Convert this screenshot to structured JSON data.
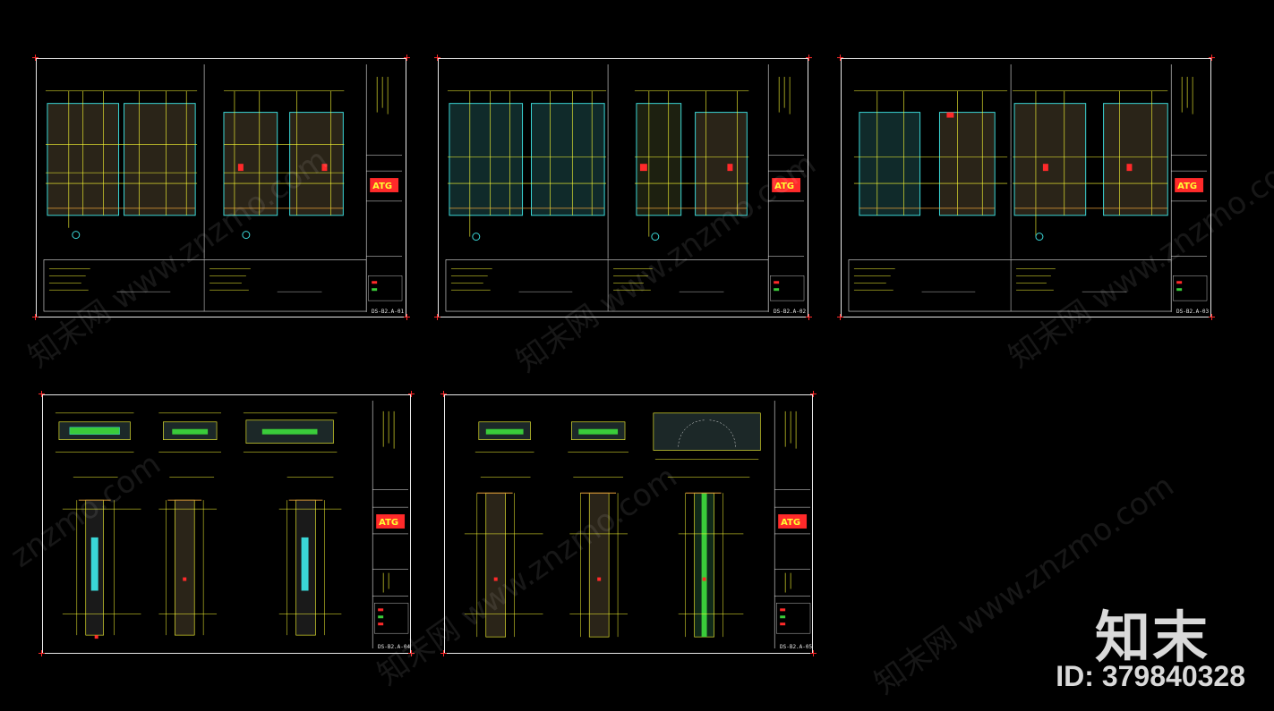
{
  "sheets": [
    {
      "id": "sheet-1",
      "number": "DS-B2.A-01",
      "logo": "ATG"
    },
    {
      "id": "sheet-2",
      "number": "DS-B2.A-02",
      "logo": "ATG"
    },
    {
      "id": "sheet-3",
      "number": "DS-B2.A-03",
      "logo": "ATG"
    },
    {
      "id": "sheet-4",
      "number": "DS-B2.A-04",
      "logo": "ATG"
    },
    {
      "id": "sheet-5",
      "number": "DS-B2.A-05",
      "logo": "ATG"
    }
  ],
  "watermarks": {
    "site": "www.znzmo.com",
    "site_short": "znzmo.com",
    "brand": "知末网"
  },
  "branding": {
    "logo": "知末",
    "image_id": "ID: 379840328"
  },
  "colors": {
    "background": "#000000",
    "frame": "#e8e8e8",
    "yellow": "#ffff33",
    "orange": "#e8a13a",
    "cyan": "#3ad6d6",
    "red": "#ff2a2a",
    "green": "#3acc3a"
  }
}
